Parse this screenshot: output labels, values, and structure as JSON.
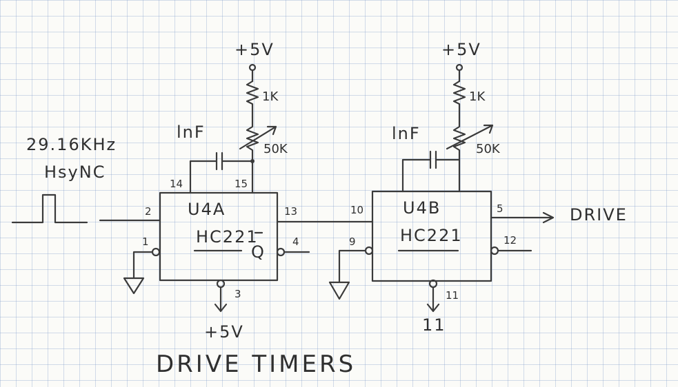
{
  "signal": {
    "freq": "29.16KHz",
    "name": "HsyNC"
  },
  "output": {
    "label": "DRIVE"
  },
  "title": "DRIVE TIMERS",
  "chips": [
    {
      "name": "U4A",
      "part": "HC221",
      "q_bar": "Q",
      "supply": "+5V",
      "resistor": "1K",
      "pot": "50K",
      "cap": "lnF",
      "pins": {
        "cap_a": "14",
        "cap_b": "15",
        "in": "2",
        "gnd": "1",
        "out": "13",
        "qbar": "4",
        "clr": "3"
      },
      "clr_to": "+5V"
    },
    {
      "name": "U4B",
      "part": "HC221",
      "supply": "+5V",
      "resistor": "1K",
      "pot": "50K",
      "cap": "lnF",
      "pins": {
        "in": "10",
        "gnd": "9",
        "out": "5",
        "qbar": "12",
        "clr": "11"
      },
      "clr_to": "11"
    }
  ]
}
